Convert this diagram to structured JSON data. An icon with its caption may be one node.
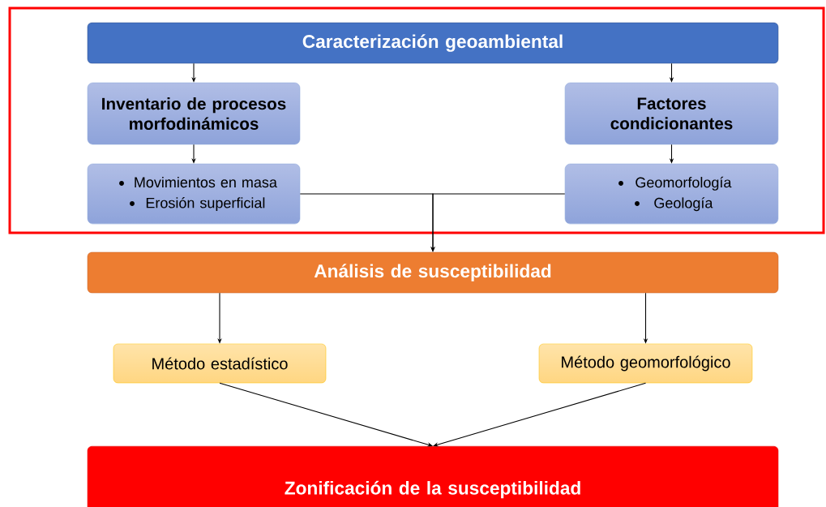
{
  "diagram": {
    "nodes": [
      {
        "text": [],
        "shape": "box"
      },
      {
        "text": [
          "Caracterización geoambiental"
        ],
        "in": 0
      },
      {
        "text": [
          "Inventario de procesos morfodinámicos"
        ],
        "in": 0
      },
      {
        "text": [
          "Factores condicionantes"
        ],
        "in": 0
      },
      {
        "text": [
          "Movimientos en masa",
          "Erosión superficial"
        ],
        "in": 0
      },
      {
        "text": [
          "Geomorfología",
          "Geología"
        ],
        "in": 0
      },
      {
        "text": [
          "Análisis de susceptibilidad"
        ]
      },
      {
        "text": [
          "Método estadístico"
        ]
      },
      {
        "text": [
          "Método geomorfológico"
        ]
      },
      {
        "text": [
          "Zonificación de la susceptibilidad"
        ]
      }
    ],
    "edges": [
      {
        "from": 1,
        "to": 2,
        "arrow": "to"
      },
      {
        "from": 1,
        "to": 3,
        "arrow": "to"
      },
      {
        "from": 2,
        "to": 4,
        "arrow": "to"
      },
      {
        "from": 3,
        "to": 5,
        "arrow": "to"
      },
      {
        "from": 4,
        "to": 6,
        "arrow": "to"
      },
      {
        "from": 5,
        "to": 6,
        "arrow": "to"
      },
      {
        "from": 6,
        "to": 7,
        "arrow": "to"
      },
      {
        "from": 6,
        "to": 8,
        "arrow": "to"
      },
      {
        "from": 7,
        "to": 9,
        "arrow": "to"
      },
      {
        "from": 8,
        "to": 9,
        "arrow": "to"
      }
    ]
  }
}
